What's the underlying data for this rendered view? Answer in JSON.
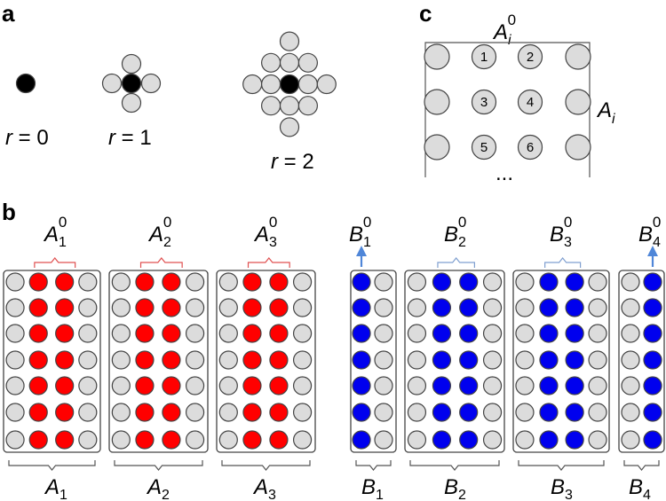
{
  "panels": {
    "a": {
      "letter": "a",
      "labels": [
        {
          "r": "r",
          "eq": " = 0"
        },
        {
          "r": "r",
          "eq": " = 1"
        },
        {
          "r": "r",
          "eq": " = 2"
        }
      ]
    },
    "b": {
      "letter": "b",
      "groups_A": [
        {
          "top_base": "A",
          "top_sub": "1",
          "top_sup": "0",
          "bottom_base": "A",
          "bottom_sub": "1"
        },
        {
          "top_base": "A",
          "top_sub": "2",
          "top_sup": "0",
          "bottom_base": "A",
          "bottom_sub": "2"
        },
        {
          "top_base": "A",
          "top_sub": "3",
          "top_sup": "0",
          "bottom_base": "A",
          "bottom_sub": "3"
        }
      ],
      "groups_B": [
        {
          "top_base": "B",
          "top_sub": "1",
          "top_sup": "0",
          "bottom_base": "B",
          "bottom_sub": "1"
        },
        {
          "top_base": "B",
          "top_sub": "2",
          "top_sup": "0",
          "bottom_base": "B",
          "bottom_sub": "2"
        },
        {
          "top_base": "B",
          "top_sub": "3",
          "top_sup": "0",
          "bottom_base": "B",
          "bottom_sub": "3"
        },
        {
          "top_base": "B",
          "top_sub": "4",
          "top_sup": "0",
          "bottom_base": "B",
          "bottom_sub": "4"
        }
      ]
    },
    "c": {
      "letter": "c",
      "top_base": "A",
      "top_sub": "i",
      "top_sup": "0",
      "side_base": "A",
      "side_sub": "i",
      "numbers": [
        "1",
        "2",
        "3",
        "4",
        "5",
        "6"
      ],
      "ellipsis": "..."
    }
  },
  "colors": {
    "red": "#ff0000",
    "blue": "#0000ee",
    "gray_fill": "#dcdcdc",
    "outline": "#444444",
    "bracket_red": "#e05050",
    "bracket_blue": "#7f9fd0",
    "arrow_blue": "#4f86d8"
  }
}
